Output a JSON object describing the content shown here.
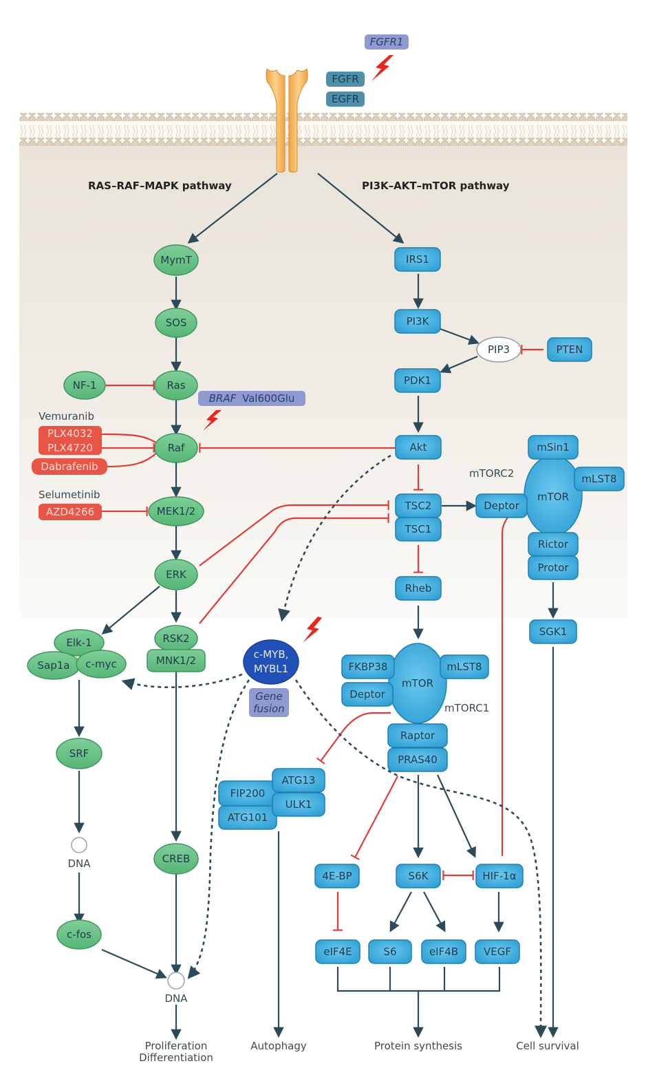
{
  "colors": {
    "green_fill": "#66c285",
    "green_stroke": "#3e9560",
    "blue_fill": "#3fb0e0",
    "blue_stroke": "#1f7fae",
    "dark_blue_fill": "#2150b8",
    "drug_fill": "#e85445",
    "mutation_fill": "#8f9bd0",
    "receptor_box_fill": "#4f8fae",
    "activation": "#2c4a5a",
    "inhibition": "#e23a35",
    "cell_interior": "#ece7dd",
    "membrane_head": "#d7cbb5"
  },
  "receptor": {
    "mutation": "FGFR1",
    "labels": [
      "FGFR",
      "EGFR"
    ]
  },
  "pathways": {
    "left_title": "RAS–RAF–MAPK pathway",
    "right_title": "PI3K–AKT–mTOR pathway"
  },
  "mapk": {
    "nodes": {
      "mymt": "MymT",
      "sos": "SOS",
      "nf1": "NF-1",
      "ras": "Ras",
      "raf": "Raf",
      "mek": "MEK1/2",
      "erk": "ERK",
      "elk1": "Elk-1",
      "sap1a": "Sap1a",
      "cmyc": "c-myc",
      "rsk2": "RSK2",
      "mnk": "MNK1/2",
      "srf": "SRF",
      "cfos": "c-fos",
      "creb": "CREB"
    },
    "braf_mutation": {
      "gene": "BRAF",
      "variant": "Val600Glu"
    },
    "drugs": {
      "vemurafenib_label": "Vemuranib",
      "plx4032": "PLX4032",
      "plx4720": "PLX4720",
      "dabrafenib": "Dabrafenib",
      "selumetinib_label": "Selumetinib",
      "azd6244": "AZD4266"
    },
    "dna_label_1": "DNA",
    "dna_label_2": "DNA"
  },
  "pi3k": {
    "nodes": {
      "irs1": "IRS1",
      "pi3k": "PI3K",
      "pip3": "PIP3",
      "pten": "PTEN",
      "pdk1": "PDK1",
      "akt": "Akt",
      "tsc2": "TSC2",
      "tsc1": "TSC1",
      "rheb": "Rheb",
      "sgk1": "SGK1"
    }
  },
  "mtorc2": {
    "label": "mTORC2",
    "core": "mTOR",
    "msin1": "mSin1",
    "mlst8": "mLST8",
    "deptor": "Deptor",
    "rictor": "Rictor",
    "protor": "Protor"
  },
  "mtorc1": {
    "label": "mTORC1",
    "core": "mTOR",
    "fkbp38": "FKBP38",
    "deptor": "Deptor",
    "mlst8": "mLST8",
    "raptor": "Raptor",
    "pras40": "PRAS40"
  },
  "myb": {
    "name_line1": "c-MYB,",
    "name_line2": "MYBL1",
    "fusion_line1": "Gene",
    "fusion_line2": "fusion"
  },
  "autophagy_complex": {
    "fip200": "FIP200",
    "atg13": "ATG13",
    "ulk1": "ULK1",
    "atg101": "ATG101"
  },
  "downstream": {
    "ebp": "4E-BP",
    "s6k": "S6K",
    "hif": "HIF-1α",
    "eif4e": "eIF4E",
    "s6": "S6",
    "eif4b": "eIF4B",
    "vegf": "VEGF"
  },
  "outcomes": {
    "prolif_line1": "Proliferation",
    "prolif_line2": "Differentiation",
    "autophagy": "Autophagy",
    "protein": "Protein synthesis",
    "survival": "Cell survival"
  }
}
